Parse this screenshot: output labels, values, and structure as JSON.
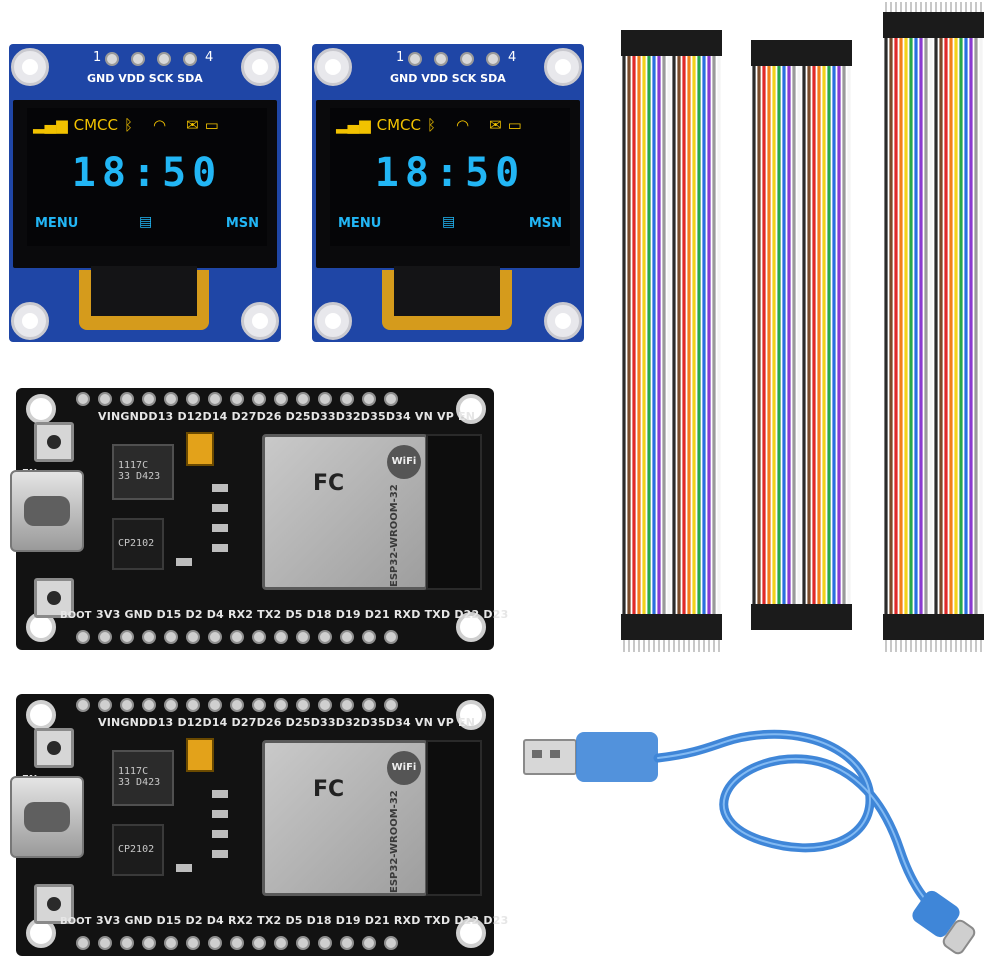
{
  "oled_modules": [
    {
      "pin_numbers": [
        "1",
        "4"
      ],
      "pin_labels": "GND VDD SCK SDA",
      "status_text": "CMCC",
      "clock": "18:50",
      "menu_left": "MENU",
      "menu_right": "MSN"
    },
    {
      "pin_numbers": [
        "1",
        "4"
      ],
      "pin_labels": "GND VDD SCK SDA",
      "status_text": "CMCC",
      "clock": "18:50",
      "menu_left": "MENU",
      "menu_right": "MSN"
    }
  ],
  "esp32_boards": [
    {
      "top_pins": "VINGNDD13 D12D14 D27D26 D25D33D32D35D34 VN VP EN",
      "bottom_pins": "3V3 GND D15 D2 D4 RX2 TX2 D5 D18 D19 D21 RXD TXD D22 D23",
      "regulator": "1117C\n33 D423",
      "module_name": "ESP32-WROOM-32",
      "usb_chip": "CP2102",
      "label_en": "EN",
      "label_boot": "BOOT"
    },
    {
      "top_pins": "VINGNDD13 D12D14 D27D26 D25D33D32D35D34 VN VP EN",
      "bottom_pins": "3V3 GND D15 D2 D4 RX2 TX2 D5 D18 D19 D21 RXD TXD D22 D23",
      "regulator": "1117C\n33 D423",
      "module_name": "ESP32-WROOM-32",
      "usb_chip": "CP2102",
      "label_en": "EN",
      "label_boot": "BOOT"
    }
  ],
  "colors": {
    "oled_pcb": "#1f46a6",
    "oled_yellow": "#f2c200",
    "oled_cyan": "#22b6f5",
    "board_black": "#121212",
    "usb_cable_blue": "#3f86d8"
  },
  "wire_colors": [
    "#2b2b2b",
    "#7a4a2a",
    "#e02a2a",
    "#f27f1b",
    "#f2d21b",
    "#2aa84a",
    "#2a6fe0",
    "#8a3ad0",
    "#9a9a9a",
    "#f4f4f4"
  ]
}
